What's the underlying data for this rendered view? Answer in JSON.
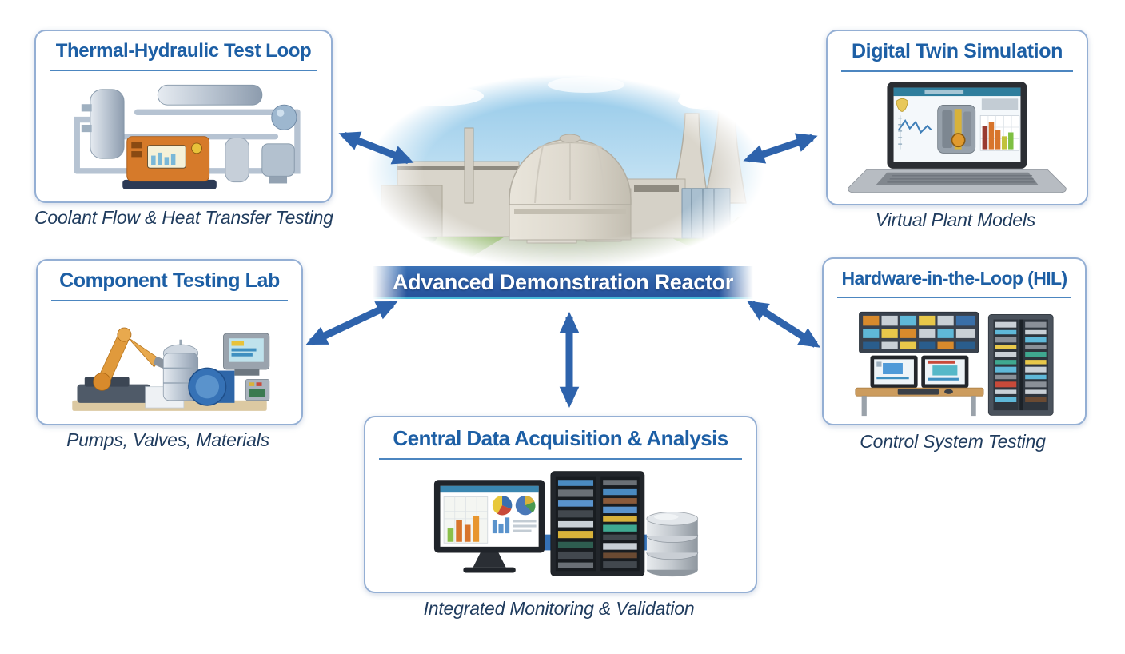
{
  "banner": {
    "label": "Advanced Demonstration Reactor"
  },
  "nodes": [
    {
      "id": "thermal",
      "title": "Thermal-Hydraulic Test Loop",
      "caption": "Coolant Flow & Heat Transfer Testing",
      "icon": "thermal-loop-illustration"
    },
    {
      "id": "digital",
      "title": "Digital Twin Simulation",
      "caption": "Virtual Plant Models",
      "icon": "laptop-simulation-illustration"
    },
    {
      "id": "component",
      "title": "Component Testing Lab",
      "caption": "Pumps, Valves, Materials",
      "icon": "robot-arm-lab-illustration"
    },
    {
      "id": "hil",
      "title": "Hardware-in-the-Loop (HIL)",
      "caption": "Control System Testing",
      "icon": "control-racks-illustration"
    },
    {
      "id": "daq",
      "title": "Central Data Acquisition & Analysis",
      "caption": "Integrated Monitoring & Validation",
      "icon": "server-database-illustration"
    }
  ],
  "center": {
    "icon": "nuclear-plant-illustration"
  },
  "colors": {
    "accent_blue": "#1d5fa5",
    "caption_navy": "#203c5e",
    "banner_blue": "#2b5ba4",
    "banner_edge_cyan": "#49b8d8",
    "arrow_blue": "#2e63ac",
    "box_border": "#94afd4"
  }
}
